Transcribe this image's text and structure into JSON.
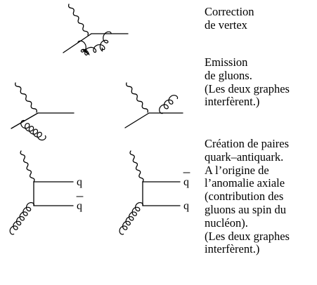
{
  "captions": {
    "vertex": [
      "Correction",
      "de vertex"
    ],
    "emission": [
      "Emission",
      "de gluons.",
      "(Les deux graphes",
      "interfèrent.)"
    ],
    "pairs": [
      "Création de paires",
      "quark–antiquark.",
      "A l’origine de",
      "l’anomalie axiale",
      "(contribution des",
      "gluons au spin du",
      "nucléon).",
      "(Les deux graphes",
      " interfèrent.)"
    ]
  },
  "labels": {
    "quark": "q",
    "antiquark": "q"
  }
}
